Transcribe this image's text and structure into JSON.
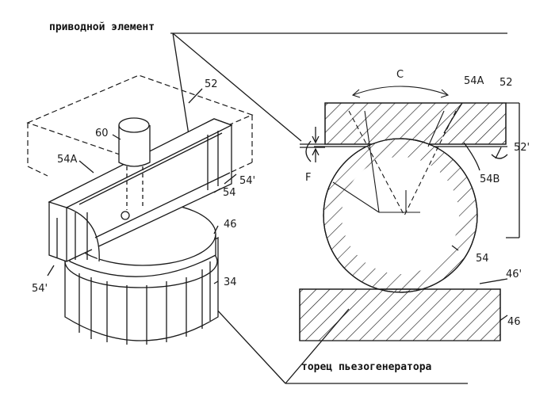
{
  "captions": {
    "top": "приводной элемент",
    "bottom": "торец пьезогенератора"
  },
  "left_figure": {
    "ref_52": "52",
    "ref_60": "60",
    "ref_54a": "54А",
    "ref_54prime_right": "54'",
    "ref_54": "54",
    "ref_46": "46",
    "ref_34": "34",
    "ref_54prime_left": "54'"
  },
  "right_figure": {
    "ref_c": "C",
    "ref_54a": "54A",
    "ref_52": "52",
    "ref_52prime": "52'",
    "ref_f": "F",
    "ref_54b": "54B",
    "ref_54": "54",
    "ref_46prime": "46'",
    "ref_46": "46"
  },
  "colors": {
    "ink": "#1a1a1a",
    "paper": "#ffffff"
  }
}
